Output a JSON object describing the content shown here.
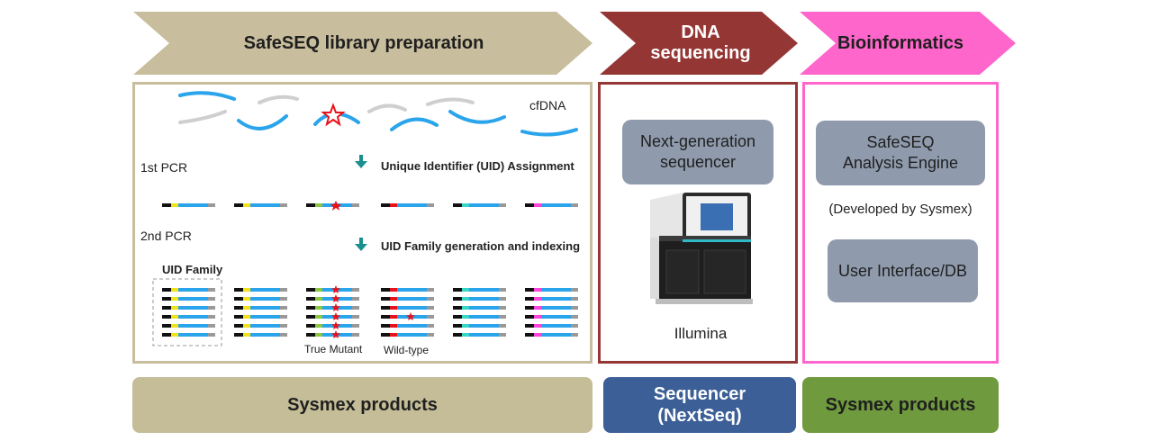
{
  "stages": {
    "library_prep": "SafeSEQ library preparation",
    "dna_seq": "DNA\nsequencing",
    "bioinformatics": "Bioinformatics"
  },
  "library_panel": {
    "cfdna_label": "cfDNA",
    "pcr1_label": "1st PCR",
    "step1_label": "Unique Identifier (UID) Assignment",
    "pcr2_label": "2nd PCR",
    "step2_label": "UID Family generation and indexing",
    "uid_family_label": "UID Family",
    "true_mutant_label": "True Mutant",
    "wild_type_label": "Wild-type"
  },
  "sequencing_panel": {
    "box_label": "Next-generation\nsequencer",
    "vendor_label": "Illumina"
  },
  "bioinformatics_panel": {
    "engine_label": "SafeSEQ\nAnalysis Engine",
    "developer_note": "(Developed by Sysmex)",
    "ui_db_label": "User Interface/DB"
  },
  "footer": {
    "left": "Sysmex products",
    "middle": "Sequencer\n(NextSeq)",
    "right": "Sysmex products"
  },
  "colors": {
    "library": "#c8bd9c",
    "dna": "#943634",
    "bio": "#ff66cc",
    "footer_left": "#c4bd97",
    "footer_mid": "#3b5f96",
    "footer_right": "#6f9a3e",
    "strand_blue": "#2aa4ea",
    "strand_grey": "#cfcfcf",
    "mutation_red": "#e8121c"
  }
}
